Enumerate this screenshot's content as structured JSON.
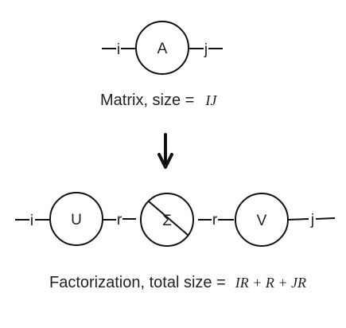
{
  "matrix": {
    "node_label": "A",
    "left_index": "i",
    "right_index": "j",
    "caption_label": "Matrix, size =",
    "caption_math": "IJ"
  },
  "factorization": {
    "nodes": [
      {
        "label": "U"
      },
      {
        "label": "Σ"
      },
      {
        "label": "V"
      }
    ],
    "indices": [
      "i",
      "r",
      "r",
      "j"
    ],
    "caption_label": "Factorization, total size =",
    "caption_math": "IR + R + JR"
  }
}
